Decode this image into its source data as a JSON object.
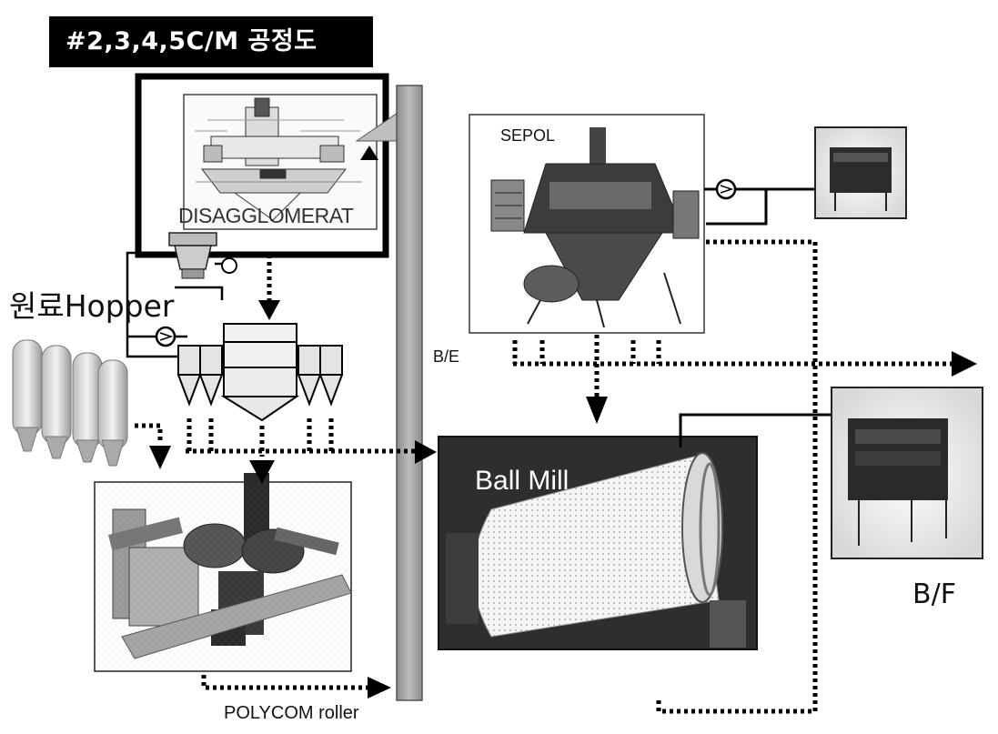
{
  "title": "#2,3,4,5C/M 공정도",
  "labels": {
    "disagglomerator": "DISAGGLOMERAT",
    "hopper": "원료Hopper",
    "sepol": "SEPOL",
    "bucket_elevator": "B/E",
    "ball_mill": "Ball Mill",
    "bag_filter": "B/F",
    "polycom": "POLYCOM roller"
  },
  "icons": [
    "pump-icon",
    "valve-icon",
    "arrow-icon",
    "silo-icon"
  ],
  "colors": {
    "title_bg": "#000000",
    "title_text": "#ffffff",
    "elevator": "#a9a9a9",
    "ball_mill_bg": "#2e2e2e",
    "line": "#000000"
  }
}
